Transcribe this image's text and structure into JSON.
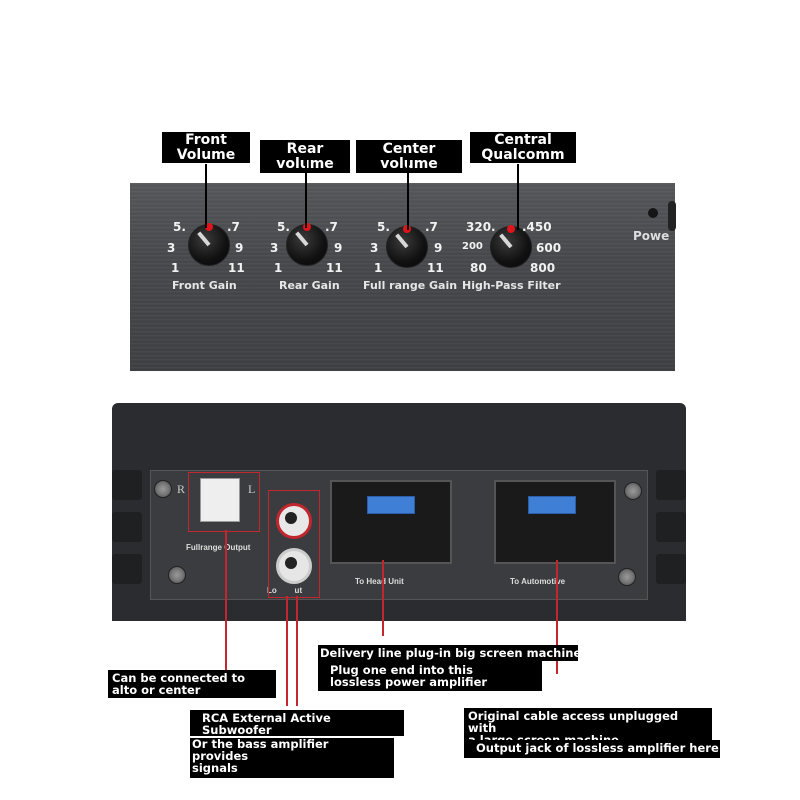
{
  "labels": {
    "front_volume": "Front\nVolume",
    "rear_volume": "Rear volume",
    "center_volume": "Center volume",
    "central_qualcomm": "Central\nQualcomm",
    "power": "Powe"
  },
  "knobs": [
    {
      "name": "Front Gain",
      "s1": "5.",
      "s2": ".7",
      "s3": "3",
      "s4": "9",
      "s5": "1",
      "s6": "11"
    },
    {
      "name": "Rear Gain",
      "s1": "5.",
      "s2": ".7",
      "s3": "3",
      "s4": "9",
      "s5": "1",
      "s6": "11"
    },
    {
      "name": "Full range Gain",
      "s1": "5.",
      "s2": ".7",
      "s3": "3",
      "s4": "9",
      "s5": "1",
      "s6": "11"
    },
    {
      "name": "High-Pass Filter",
      "s1": "320.",
      "s2": ".450",
      "s3": "200",
      "s4": "600",
      "s5": "80",
      "s6": "800"
    }
  ],
  "panel": {
    "r": "R",
    "l": "L",
    "fullrange_output": "Fullrange Output",
    "rca_output": "Lo        ut",
    "to_head_unit": "To Head Unit",
    "to_automotive": "To Automotive"
  },
  "callouts": {
    "delivery_line": "Delivery line plug-in big screen machine",
    "plug_one_end": "Plug one end into this\nlossless power amplifier",
    "connect_alto": "Can be connected to\nalto or center",
    "rca_sub": "RCA External Active\nSubwoofer",
    "bass_amp": "Or the bass amplifier provides\nsignals",
    "original_cable": "Original cable access unplugged with\na large screen machine",
    "output_jack": "Output jack of lossless amplifier here"
  },
  "colors": {
    "accent_red": "#c2262e",
    "knob_dot": "#e0141b",
    "fuse_blue": "#3f7fd6"
  }
}
